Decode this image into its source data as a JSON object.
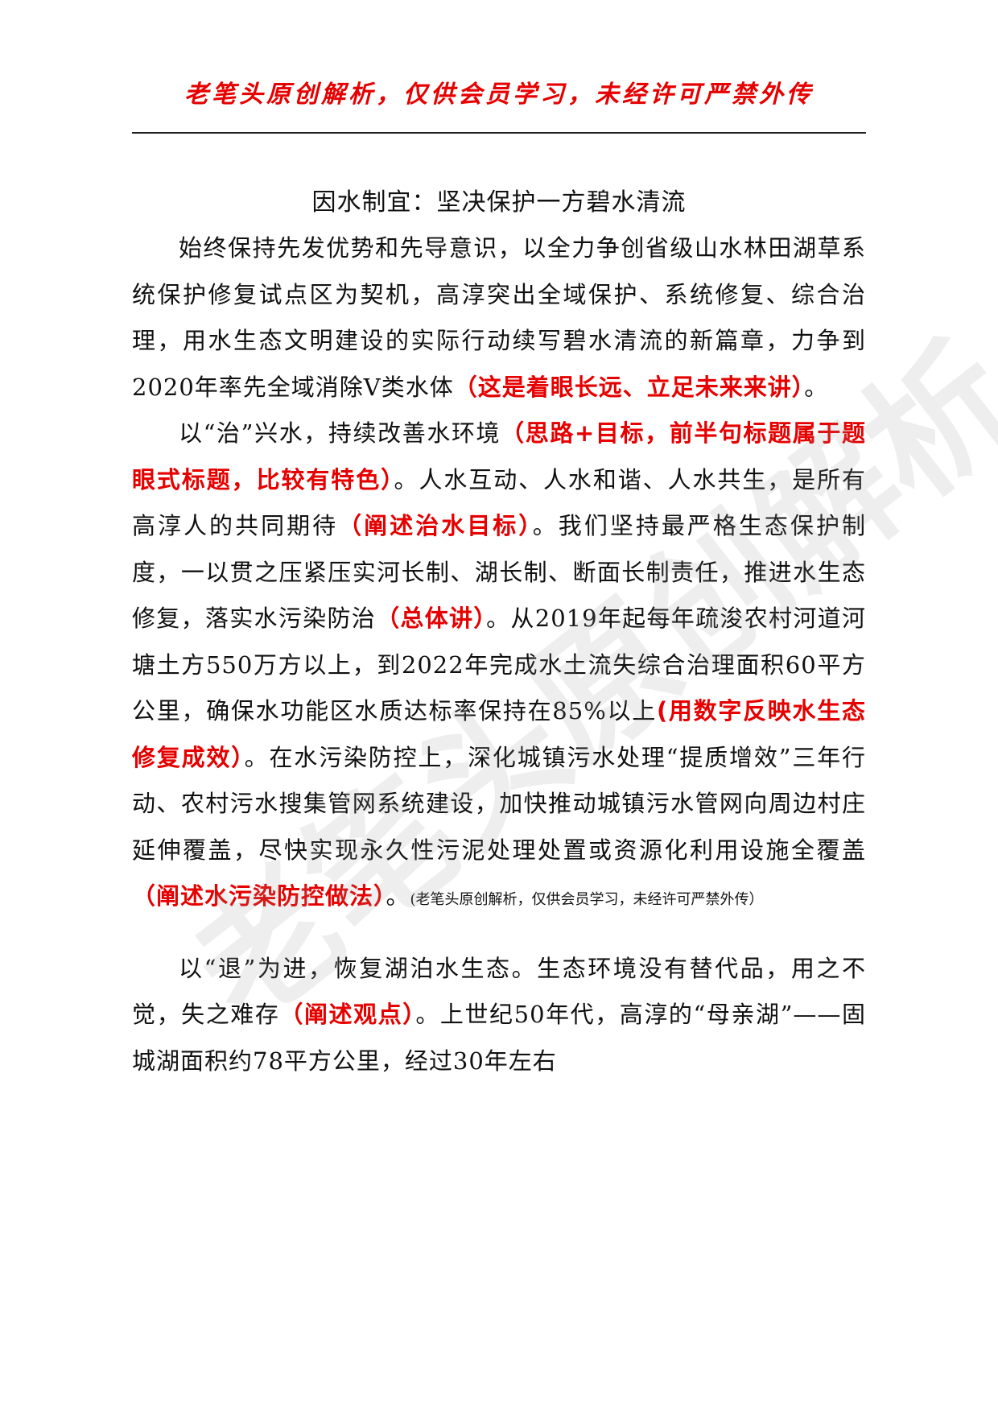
{
  "header": {
    "text": "老笔头原创解析，仅供会员学习，未经许可严禁外传"
  },
  "title": "因水制宜：坚决保护一方碧水清流",
  "watermark": "老笔头原创解析",
  "paragraphs": [
    {
      "s1": "始终保持先发优势和先导意识，以全力争创省级山水林田湖草系统保护修复试点区为契机，高淳突出全域保护、系统修复、综合治理，用水生态文明建设的实际行动续写碧水清流的新篇章，力争到2020年率先全域消除V类水体",
      "n1": "（这是着眼长远、立足未来来讲）",
      "s2": "。"
    },
    {
      "s1": "以“治”兴水，持续改善水环境",
      "n1": "（思路+目标，前半句标题属于题眼式标题，比较有特色）",
      "s2": "。人水互动、人水和谐、人水共生，是所有高淳人的共同期待",
      "n2": "（阐述治水目标）",
      "s3": "。我们坚持最严格生态保护制度，一以贯之压紧压实河长制、湖长制、断面长制责任，推进水生态修复，落实水污染防治",
      "n3": "（总体讲）",
      "s4": "。从2019年起每年疏浚农村河道河塘土方550万方以上，到2022年完成水土流失综合治理面积60平方公里，确保水功能区水质达标率保持在85%以上",
      "n4": "(用数字反映水生态修复成效）",
      "s5": "。在水污染防控上，深化城镇污水处理“提质增效”三年行动、农村污水搜集管网系统建设，加快推动城镇污水管网向周边村庄延伸覆盖，尽快实现永久性污泥处理处置或资源化利用设施全覆盖",
      "n5": "（阐述水污染防控做法）",
      "s6": "。",
      "small": "(老笔头原创解析，仅供会员学习，未经许可严禁外传）"
    },
    {
      "s1": "以“退”为进，恢复湖泊水生态。生态环境没有替代品，用之不觉，失之难存",
      "n1": "（阐述观点）",
      "s2": "。上世纪50年代，高淳的“母亲湖”——固城湖面积约78平方公里，经过30年左右"
    }
  ],
  "colors": {
    "accent_red": "#e60000",
    "text": "#111111"
  }
}
